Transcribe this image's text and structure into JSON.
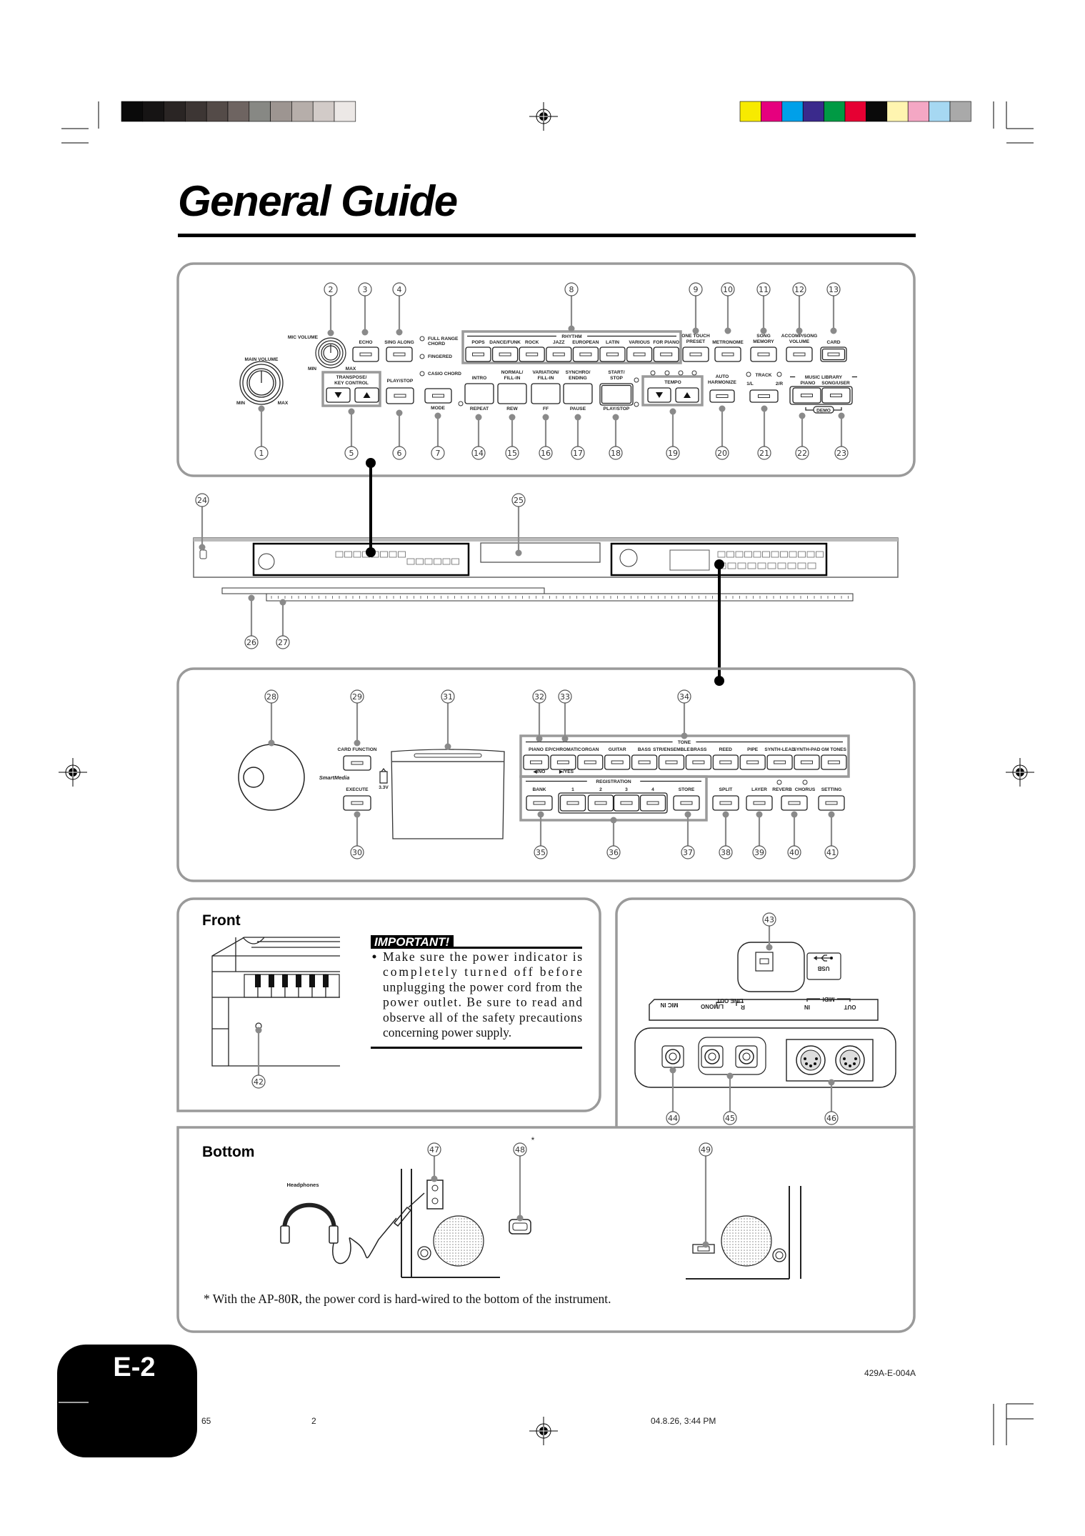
{
  "title": "General Guide",
  "callouts": [
    "1",
    "2",
    "3",
    "4",
    "5",
    "6",
    "7",
    "8",
    "9",
    "10",
    "11",
    "12",
    "13",
    "14",
    "15",
    "16",
    "17",
    "18",
    "19",
    "20",
    "21",
    "22",
    "23",
    "24",
    "25",
    "26",
    "27",
    "28",
    "29",
    "30",
    "31",
    "32",
    "33",
    "34",
    "35",
    "36",
    "37",
    "38",
    "39",
    "40",
    "41",
    "42",
    "43",
    "44",
    "45",
    "46",
    "47",
    "48",
    "49"
  ],
  "control_panel": {
    "main_volume": "MAIN VOLUME",
    "mic_volume": "MIC VOLUME",
    "min": "MIN",
    "max": "MAX",
    "top_buttons": [
      {
        "lines": [
          "ECHO"
        ]
      },
      {
        "lines": [
          "SING ALONG"
        ]
      },
      {
        "lines": [
          "ONE TOUCH",
          "PRESET"
        ]
      },
      {
        "lines": [
          "METRONOME"
        ]
      },
      {
        "lines": [
          "SONG",
          "MEMORY"
        ]
      },
      {
        "lines": [
          "ACCOMP/SONG",
          "VOLUME"
        ]
      },
      {
        "lines": [
          "CARD"
        ]
      }
    ],
    "rhythm": {
      "title": "RHYTHM",
      "buttons": [
        "POPS",
        "DANCE/FUNK",
        "ROCK",
        "JAZZ",
        "EUROPEAN",
        "LATIN",
        "VARIOUS",
        "FOR PIANO"
      ]
    },
    "chord_modes": [
      {
        "lines": [
          "FULL RANGE",
          "CHORD"
        ]
      },
      {
        "lines": [
          "FINGERED"
        ]
      },
      {
        "lines": [
          "CASIO CHORD"
        ]
      }
    ],
    "transpose": [
      "TRANSPOSE/",
      "KEY CONTROL"
    ],
    "play_stop": "PLAY/STOP",
    "mode": "MODE",
    "pads": [
      {
        "top": [
          "INTRO"
        ],
        "bottom": "REPEAT"
      },
      {
        "top": [
          "NORMAL/",
          "FILL-IN"
        ],
        "bottom": "REW"
      },
      {
        "top": [
          "VARIATION/",
          "FILL-IN"
        ],
        "bottom": "FF"
      },
      {
        "top": [
          "SYNCHRO/",
          "ENDING"
        ],
        "bottom": "PAUSE"
      },
      {
        "top": [
          "START/",
          "STOP"
        ],
        "bottom": "PLAY/STOP"
      }
    ],
    "tempo": "TEMPO",
    "auto_harmonize": [
      "AUTO",
      "HARMONIZE"
    ],
    "track": {
      "title": "TRACK",
      "left": "1/L",
      "right": "2/R"
    },
    "music_library": {
      "title": "MUSIC LIBRARY",
      "piano": "PIANO",
      "song_user": "SONG/USER",
      "demo": "DEMO"
    }
  },
  "right_panel": {
    "card_function": "CARD FUNCTION",
    "smartmedia": "SmartMedia",
    "voltage": "3.3V",
    "execute": "EXECUTE",
    "tone": {
      "title": "TONE",
      "buttons": [
        "PIANO",
        "EP/CHROMATIC",
        "ORGAN",
        "GUITAR",
        "BASS",
        "STR/ENSEMBLE",
        "BRASS",
        "REED",
        "PIPE",
        "SYNTH-LEAD",
        "SYNTH-PAD",
        "GM TONES"
      ],
      "no": "◀/NO",
      "yes": "▶/YES"
    },
    "registration": {
      "title": "REGISTRATION",
      "bank": "BANK",
      "numbers": [
        "1",
        "2",
        "3",
        "4"
      ],
      "store": "STORE"
    },
    "effects": [
      "SPLIT",
      "LAYER",
      "REVERB",
      "CHORUS",
      "SETTING"
    ]
  },
  "front": {
    "heading": "Front",
    "important_label": "IMPORTANT!",
    "important_lines": [
      "Make sure the power indicator is",
      "completely turned off before",
      "unplugging the power cord from the",
      "power outlet. Be sure to read and",
      "observe all of the safety precautions",
      "concerning power supply."
    ]
  },
  "rear": {
    "usb": "USB",
    "mic_in": "MIC IN",
    "line_out": "LINE OUT",
    "l_mono": "L/MONO",
    "r": "R",
    "midi": "MIDI",
    "midi_in": "IN",
    "midi_out": "OUT"
  },
  "bottom": {
    "heading": "Bottom",
    "headphones": "Headphones",
    "asterisk": "*",
    "footnote": "*  With the AP-80R, the power cord is hard-wired to the bottom of the instrument."
  },
  "footer": {
    "page_label": "E-2",
    "code": "429A-E-004A",
    "print_file": "65",
    "print_page": "2",
    "print_date": "04.8.26, 3:44 PM"
  },
  "colors": {
    "gray_bars": [
      "#0a0a0a",
      "#161414",
      "#2a2524",
      "#3d3634",
      "#544b48",
      "#6e6461",
      "#878884",
      "#9d9591",
      "#b6aeaa",
      "#d2cbc8",
      "#ece8e6"
    ],
    "color_bars": [
      "#f7ea00",
      "#e6007e",
      "#00a0e9",
      "#3a2a8c",
      "#009a44",
      "#e60033",
      "#0a0a0a",
      "#fff5b0",
      "#f4a7c4",
      "#a6d8f2",
      "#a9a9a9"
    ]
  }
}
